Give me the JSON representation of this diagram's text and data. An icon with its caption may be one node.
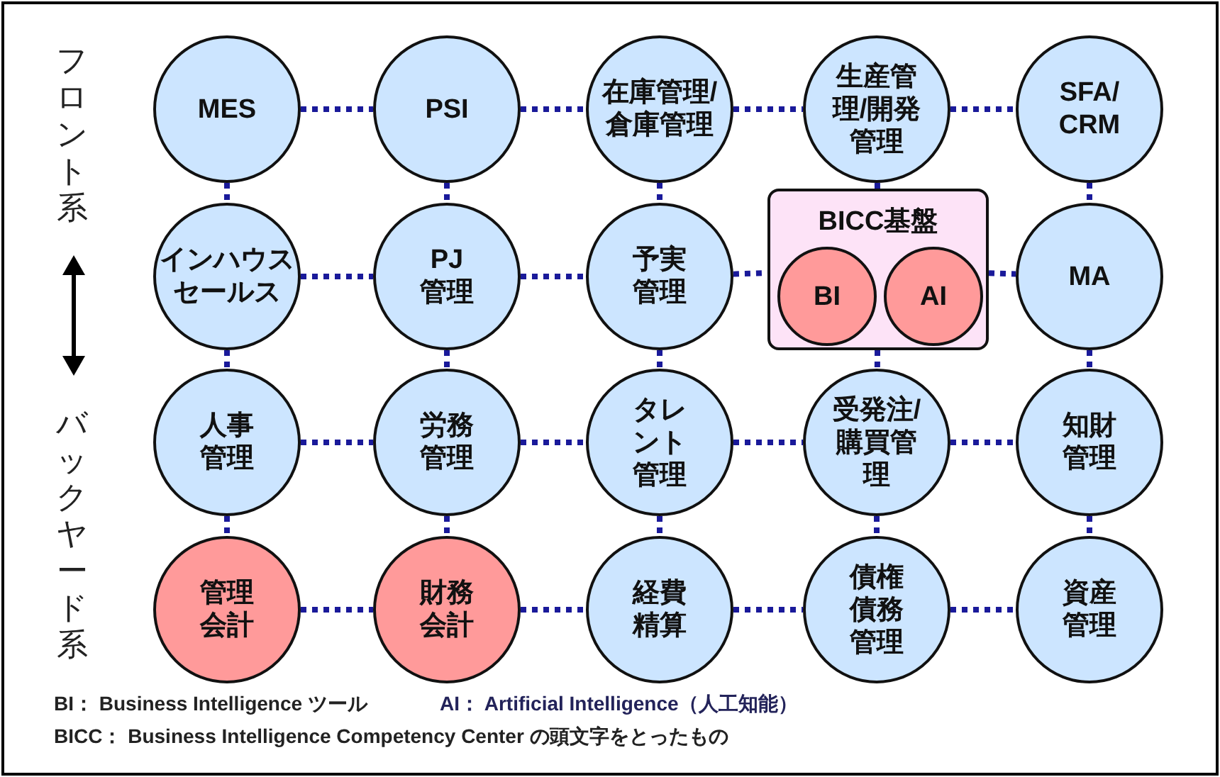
{
  "diagram": {
    "nodes": [
      {
        "text": [
          "MES"
        ]
      },
      {
        "text": [
          "PSI"
        ]
      },
      {
        "text": [
          "在庫管理/倉庫管理"
        ]
      },
      {
        "text": [
          "生産管理/開発管理"
        ]
      },
      {
        "text": [
          "SFA/CRM"
        ]
      },
      {
        "text": [
          "インハウスセールス"
        ]
      },
      {
        "text": [
          "PJ管理"
        ]
      },
      {
        "text": [
          "予実管理"
        ]
      },
      {
        "text": [
          "BICC基盤"
        ]
      },
      {
        "text": [
          "BI"
        ],
        "in": 8
      },
      {
        "text": [
          "AI"
        ],
        "in": 8
      },
      {
        "text": [
          "MA"
        ]
      },
      {
        "text": [
          "人事管理"
        ]
      },
      {
        "text": [
          "労務管理"
        ]
      },
      {
        "text": [
          "タレント管理"
        ]
      },
      {
        "text": [
          "受発注/購買管理"
        ]
      },
      {
        "text": [
          "知財管理"
        ]
      },
      {
        "text": [
          "管理会計"
        ]
      },
      {
        "text": [
          "財務会計"
        ]
      },
      {
        "text": [
          "経費精算"
        ]
      },
      {
        "text": [
          "債権債務管理"
        ]
      },
      {
        "text": [
          "資産管理"
        ]
      }
    ],
    "edges": [
      {
        "from": 0,
        "to": 1,
        "arrow": "none"
      },
      {
        "from": 1,
        "to": 2,
        "arrow": "none"
      },
      {
        "from": 2,
        "to": 3,
        "arrow": "none"
      },
      {
        "from": 3,
        "to": 4,
        "arrow": "none"
      },
      {
        "from": 5,
        "to": 6,
        "arrow": "none"
      },
      {
        "from": 6,
        "to": 7,
        "arrow": "none"
      },
      {
        "from": 7,
        "to": 8,
        "arrow": "none"
      },
      {
        "from": 8,
        "to": 11,
        "arrow": "none"
      },
      {
        "from": 12,
        "to": 13,
        "arrow": "none"
      },
      {
        "from": 13,
        "to": 14,
        "arrow": "none"
      },
      {
        "from": 14,
        "to": 15,
        "arrow": "none"
      },
      {
        "from": 15,
        "to": 16,
        "arrow": "none"
      },
      {
        "from": 17,
        "to": 18,
        "arrow": "none"
      },
      {
        "from": 18,
        "to": 19,
        "arrow": "none"
      },
      {
        "from": 19,
        "to": 20,
        "arrow": "none"
      },
      {
        "from": 20,
        "to": 21,
        "arrow": "none"
      },
      {
        "from": 0,
        "to": 5,
        "arrow": "none"
      },
      {
        "from": 1,
        "to": 6,
        "arrow": "none"
      },
      {
        "from": 2,
        "to": 7,
        "arrow": "none"
      },
      {
        "from": 3,
        "to": 8,
        "arrow": "none"
      },
      {
        "from": 4,
        "to": 11,
        "arrow": "none"
      },
      {
        "from": 5,
        "to": 12,
        "arrow": "none"
      },
      {
        "from": 6,
        "to": 13,
        "arrow": "none"
      },
      {
        "from": 7,
        "to": 14,
        "arrow": "none"
      },
      {
        "from": 8,
        "to": 15,
        "arrow": "none"
      },
      {
        "from": 11,
        "to": 16,
        "arrow": "none"
      },
      {
        "from": 12,
        "to": 17,
        "arrow": "none"
      },
      {
        "from": 13,
        "to": 18,
        "arrow": "none"
      },
      {
        "from": 14,
        "to": 19,
        "arrow": "none"
      },
      {
        "from": 15,
        "to": 20,
        "arrow": "none"
      },
      {
        "from": 16,
        "to": 21,
        "arrow": "none"
      }
    ],
    "labels": [
      "フロント系",
      "バックヤード系",
      "BI： Business Intelligence ツール",
      "AI： Artificial Intelligence（人工知能）",
      "BICC： Business Intelligence Competency Center の頭文字をとったもの"
    ]
  }
}
